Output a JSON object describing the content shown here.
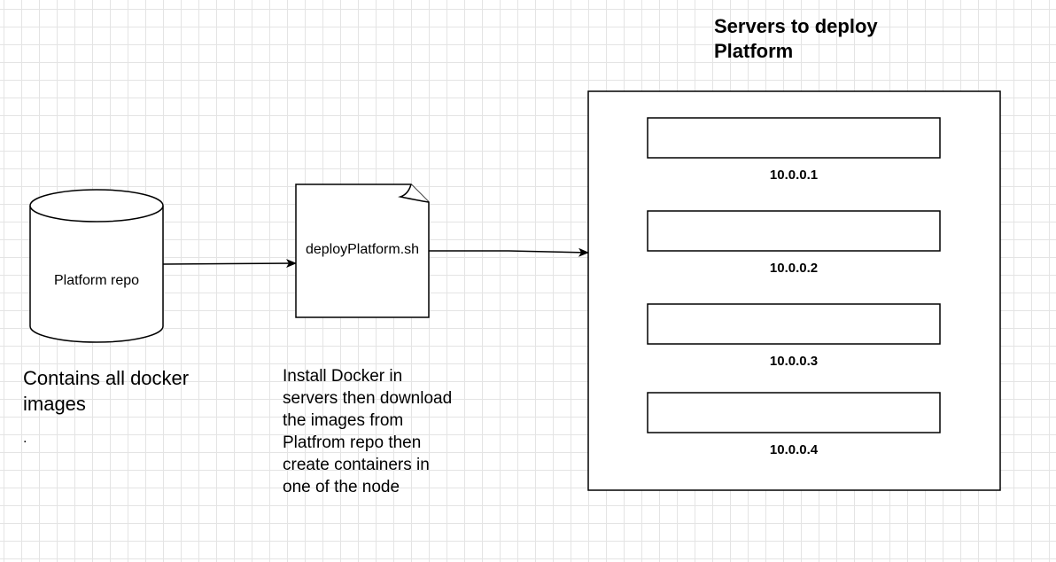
{
  "diagram": {
    "title": "Servers to deploy Platform",
    "repo_label": "Platform repo",
    "script_label": "deployPlatform.sh",
    "repo_note": "Contains all docker images",
    "repo_note_dot": ".",
    "script_note": "Install Docker in servers then download the images from Platfrom repo then create containers in one of the node",
    "servers": [
      {
        "ip": "10.0.0.1"
      },
      {
        "ip": "10.0.0.2"
      },
      {
        "ip": "10.0.0.3"
      },
      {
        "ip": "10.0.0.4"
      }
    ]
  }
}
